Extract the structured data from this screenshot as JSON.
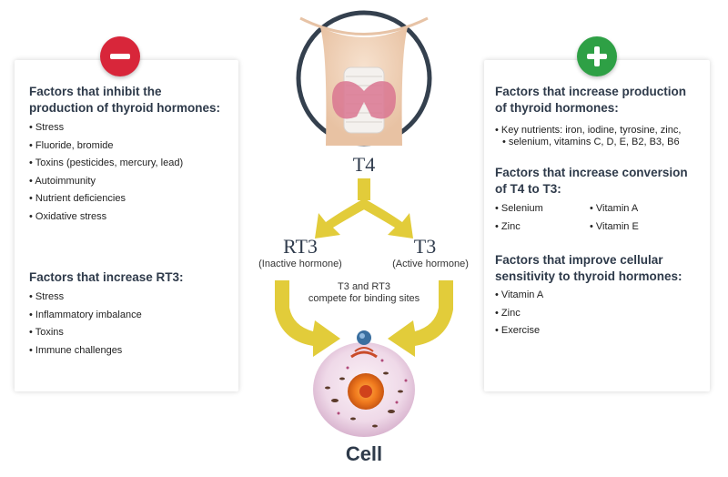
{
  "left": {
    "heading1_line1": "Factors that inhibit the",
    "heading1_line2": "production of thyroid hormones:",
    "inhibit_items": [
      "Stress",
      "Fluoride, bromide",
      "Toxins (pesticides, mercury, lead)",
      "Autoimmunity",
      "Nutrient deficiencies",
      "Oxidative stress"
    ],
    "heading2": "Factors that increase RT3:",
    "rt3_items": [
      "Stress",
      "Inflammatory imbalance",
      "Toxins",
      "Immune challenges"
    ]
  },
  "right": {
    "heading1_line1": "Factors that increase production",
    "heading1_line2": "of thyroid hormones:",
    "nutrients_line1": "Key nutrients: iron, iodine, tyrosine, zinc,",
    "nutrients_line2": "selenium, vitamins C, D, E, B2, B3, B6",
    "heading2_line1": "Factors that increase conversion",
    "heading2_line2": "of T4 to T3:",
    "conversion_items": [
      "Selenium",
      "Vitamin A",
      "Zinc",
      "Vitamin E"
    ],
    "heading3_line1": "Factors that improve cellular",
    "heading3_line2": "sensitivity to thyroid hormones:",
    "sensitivity_items": [
      "Vitamin A",
      "Zinc",
      "Exercise"
    ]
  },
  "center": {
    "t4": "T4",
    "rt3": "RT3",
    "rt3_sub": "(Inactive hormone)",
    "t3": "T3",
    "t3_sub": "(Active hormone)",
    "compete_line1": "T3 and RT3",
    "compete_line2": "compete for binding sites",
    "cell": "Cell"
  },
  "colors": {
    "minus": "#d8263a",
    "plus": "#2ea045",
    "arrow": "#e2cc3a",
    "heading": "#2e3a4a"
  }
}
